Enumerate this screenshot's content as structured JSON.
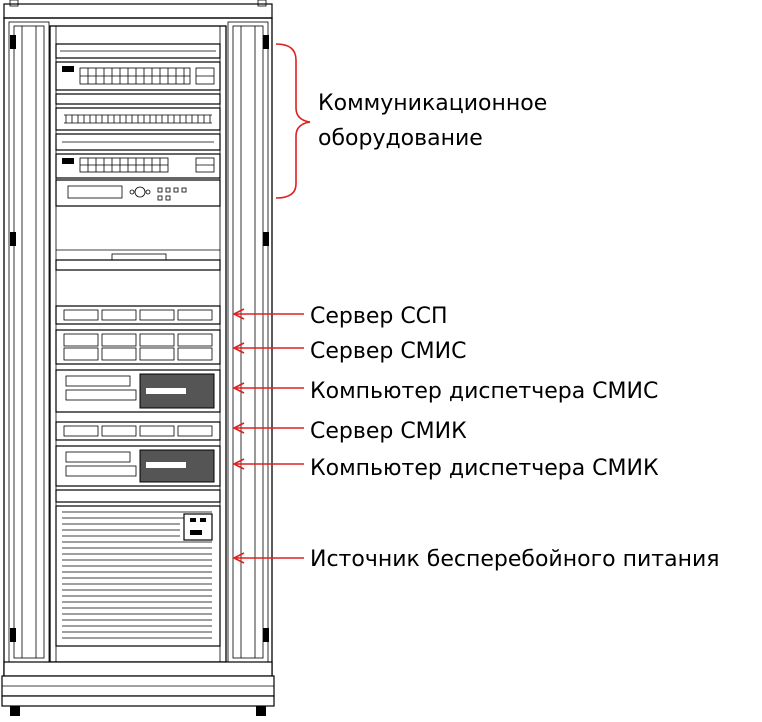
{
  "labels": {
    "communication_line1": "Коммуникационное",
    "communication_line2": "оборудование",
    "server_ssp": "Сервер ССП",
    "server_smis": "Сервер СМИС",
    "pc_dispatcher_smis": "Компьютер диспетчера СМИС",
    "server_smik": "Сервер СМИК",
    "pc_dispatcher_smik": "Компьютер диспетчера СМИК",
    "ups": "Источник бесперебойного питания"
  },
  "colors": {
    "annotation": "#e02020",
    "outline": "#000000",
    "background": "#ffffff"
  }
}
